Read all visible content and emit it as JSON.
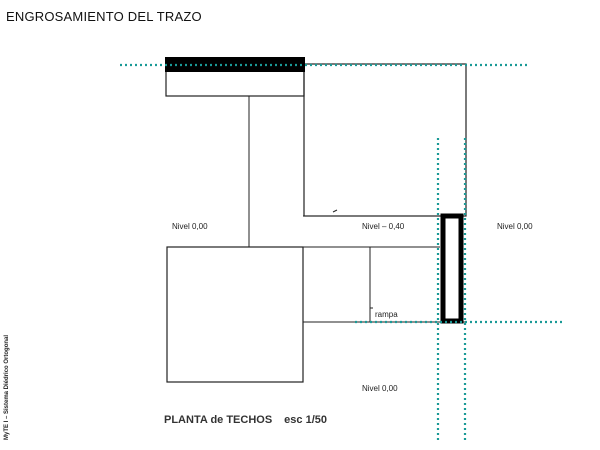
{
  "title": "ENGROSAMIENTO DEL TRAZO",
  "levels": {
    "nivel_left": "Nivel 0,00",
    "nivel_mid": "Nivel – 0,40",
    "nivel_right": "Nivel 0,00",
    "nivel_bottom": "Nivel 0,00"
  },
  "rampa": "rampa",
  "caption": {
    "plan": "PLANTA de TECHOS",
    "scale": "esc 1/50"
  },
  "side_text": "MyTE I – Sistema Diédrico Ortogonal",
  "colors": {
    "guide": "#1a9a96",
    "line": "#222222",
    "thick": "#000000"
  }
}
